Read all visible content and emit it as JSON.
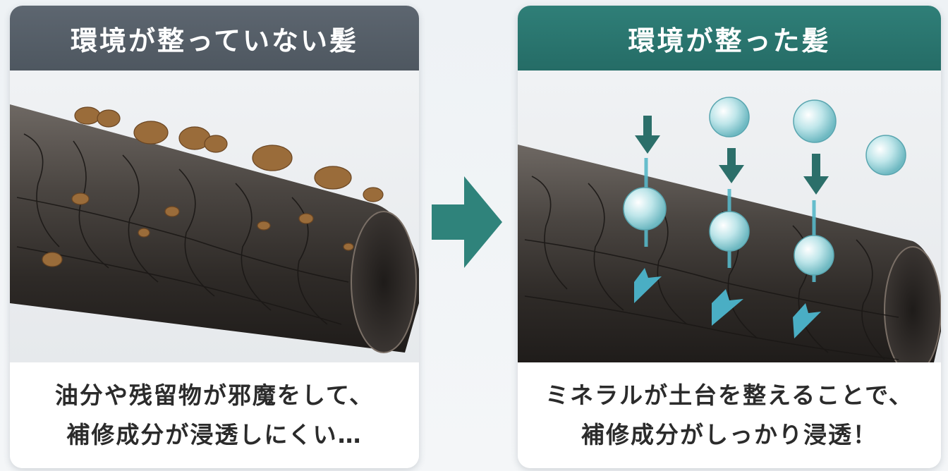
{
  "left_panel": {
    "title": "環境が整っていない髪",
    "caption_line1": "油分や残留物が邪魔をして、",
    "caption_line2": "補修成分が浸透しにくい…"
  },
  "right_panel": {
    "title": "環境が整った髪",
    "caption_line1": "ミネラルが土台を整えることで、",
    "caption_line2": "補修成分がしっかり浸透！"
  },
  "colors": {
    "left_header": "#545d66",
    "right_header": "#2a756f",
    "arrow": "#2f837b",
    "droplet": "#a8dde0",
    "flow_arrow": "#4aaec4",
    "residue": "#8a6236",
    "hair": "#3a3633"
  },
  "icons": {
    "transition": "arrow-right-icon",
    "down": "arrow-down-icon",
    "droplet": "mineral-droplet-icon"
  }
}
